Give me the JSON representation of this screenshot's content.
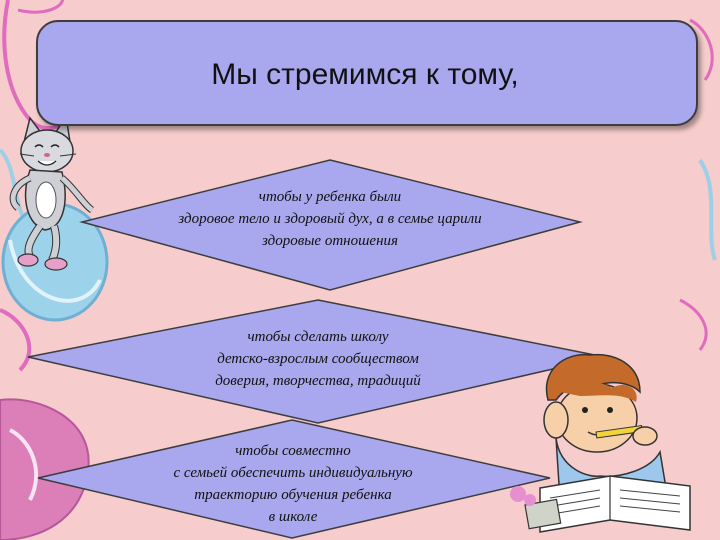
{
  "title": "Мы стремимся к тому,",
  "goals": [
    {
      "lines": [
        "чтобы у ребенка были",
        "здоровое тело и здоровый дух, а в семье царили",
        "здоровые отношения"
      ]
    },
    {
      "lines": [
        "чтобы сделать школу",
        "детско-взрослым сообществом",
        "доверия, творчества, традиций"
      ]
    },
    {
      "lines": [
        "чтобы совместно",
        "с семьей обеспечить индивидуальную",
        "траекторию обучения ребенка",
        "в школе"
      ]
    }
  ],
  "colors": {
    "background": "#f6cccc",
    "header": "#a9a8ee",
    "diamond": "#a9a8ee",
    "accent_pink": "#e493c8",
    "accent_blue": "#9bd0e8"
  },
  "decorations": [
    "cat-illustration",
    "boy-studying-illustration",
    "swirl-ornaments"
  ]
}
